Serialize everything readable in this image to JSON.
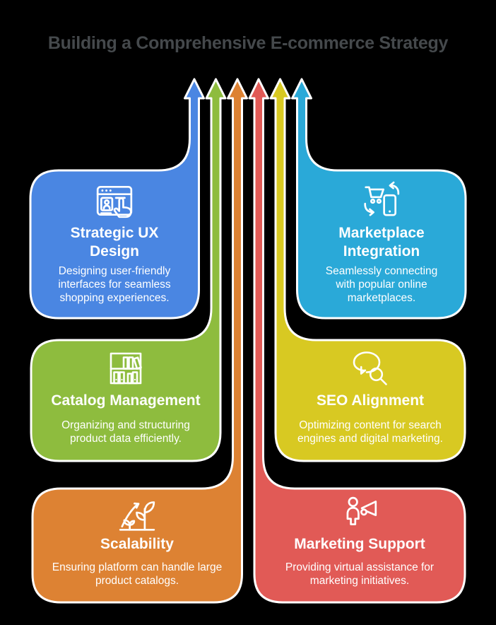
{
  "title": "Building a Comprehensive E-commerce Strategy",
  "title_color": "#45494c",
  "background_color": "#000000",
  "cards": [
    {
      "id": "strategic-ux-design",
      "position": "top-left",
      "title": "Strategic UX Design",
      "description": "Designing user-friendly interfaces for seamless shopping experiences.",
      "color": "#4a86e2",
      "icon": "browser-user-pointer-icon"
    },
    {
      "id": "marketplace-integration",
      "position": "top-right",
      "title": "Marketplace Integration",
      "description": "Seamlessly connecting with popular online marketplaces.",
      "color": "#2aa9d8",
      "icon": "cart-phone-sync-icon"
    },
    {
      "id": "catalog-management",
      "position": "middle-left",
      "title": "Catalog Management",
      "description": "Organizing and structuring product data efficiently.",
      "color": "#8ebc3e",
      "icon": "bookshelf-icon"
    },
    {
      "id": "seo-alignment",
      "position": "middle-right",
      "title": "SEO Alignment",
      "description": "Optimizing content for search engines and digital marketing.",
      "color": "#d8c922",
      "icon": "chat-magnifier-icon"
    },
    {
      "id": "scalability",
      "position": "bottom-left",
      "title": "Scalability",
      "description": "Ensuring platform can handle large product catalogs.",
      "color": "#dd8233",
      "icon": "growth-plant-icon"
    },
    {
      "id": "marketing-support",
      "position": "bottom-right",
      "title": "Marketing Support",
      "description": "Providing virtual assistance for marketing initiatives.",
      "color": "#e15a56",
      "icon": "person-megaphone-icon"
    }
  ],
  "arrow_order_left_to_right": [
    "strategic-ux-design",
    "catalog-management",
    "scalability",
    "marketing-support",
    "seo-alignment",
    "marketplace-integration"
  ]
}
